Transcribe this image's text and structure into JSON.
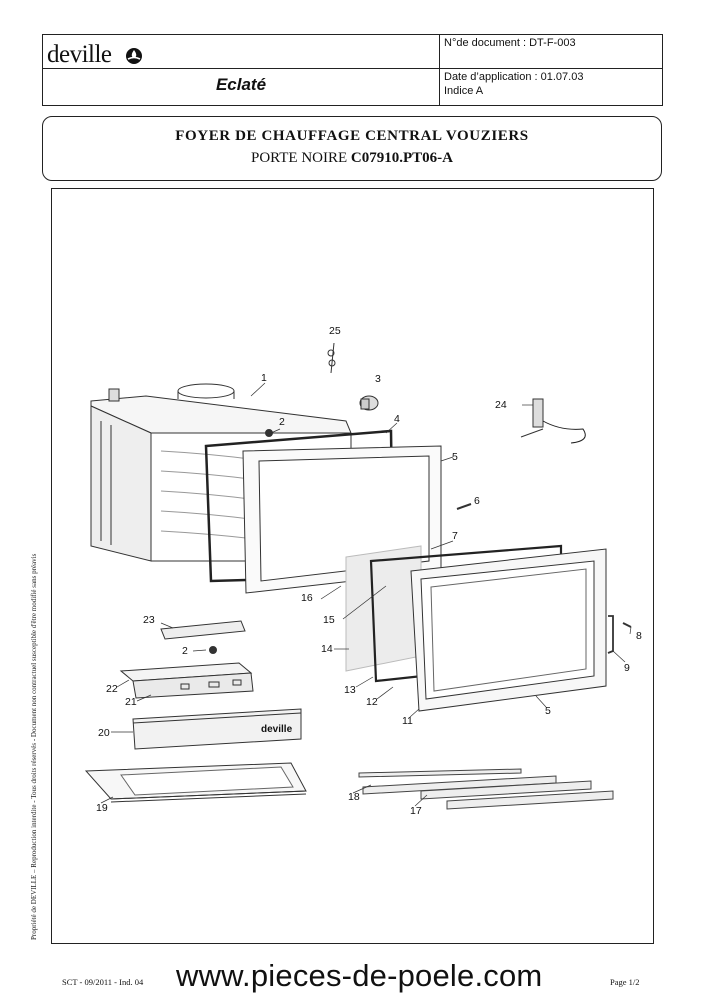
{
  "header": {
    "logo_text": "deville",
    "doc_type": "Eclaté",
    "doc_number": "N°de document : DT-F-003",
    "date": "Date d’application : 01.07.03",
    "index": "Indice A"
  },
  "title": {
    "line1": "FOYER DE CHAUFFAGE CENTRAL VOUZIERS",
    "line2_prefix": "PORTE NOIRE ",
    "line2_code": "C07910.PT06-A"
  },
  "diagram": {
    "labels": [
      "25",
      "1",
      "3",
      "2",
      "4",
      "24",
      "5",
      "6",
      "7",
      "16",
      "15",
      "23",
      "2",
      "14",
      "8",
      "9",
      "22",
      "21",
      "13",
      "12",
      "11",
      "5",
      "20",
      "18",
      "19",
      "17"
    ],
    "brand_plate": "deville"
  },
  "sidebar_note": "Propriété de DEVILLE – Reproduction interdite - Tous droits réservés - Document non contractuel susceptible d'être modifié sans préavis",
  "footer": {
    "left": "SCT - 09/2011 - Ind. 04",
    "url": "www.pieces-de-poele.com",
    "right": "Page 1/2"
  }
}
